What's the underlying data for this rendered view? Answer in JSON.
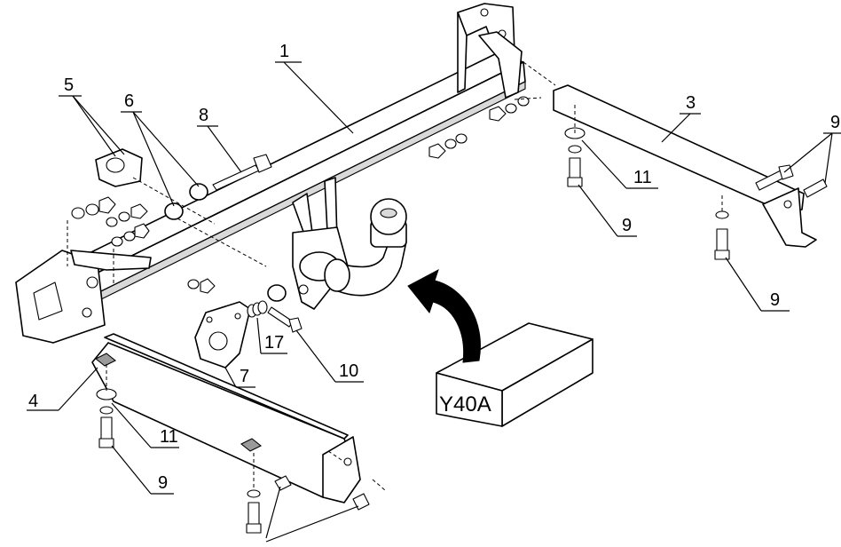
{
  "callouts": {
    "c1": "1",
    "c3": "3",
    "c4": "4",
    "c5": "5",
    "c6": "6",
    "c7": "7",
    "c8": "8",
    "c9a": "9",
    "c9b": "9",
    "c9c": "9",
    "c9d": "9",
    "c10": "10",
    "c11a": "11",
    "c11b": "11",
    "c17": "17"
  },
  "kit_box": {
    "label": "Y40A"
  }
}
